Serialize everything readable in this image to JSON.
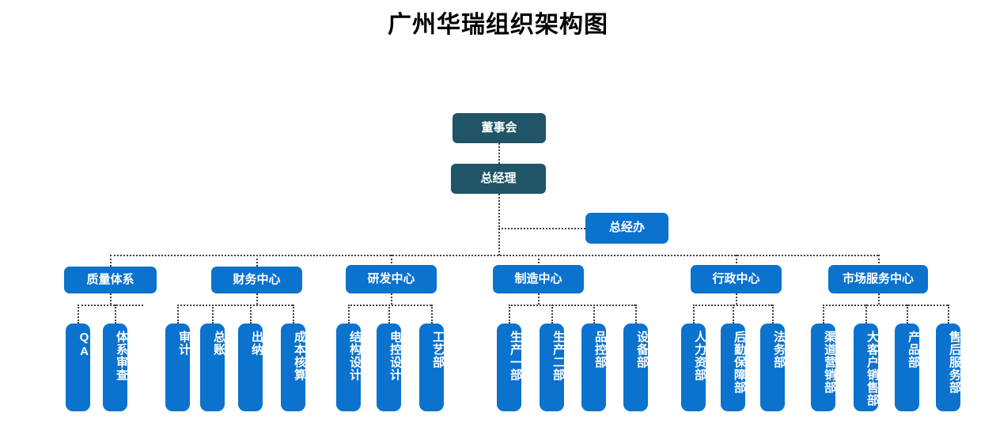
{
  "title": "广州华瑞组织架构图",
  "chart_data": {
    "type": "diagram",
    "diagram_kind": "organization-chart",
    "title": "广州华瑞组织架构图",
    "colors": {
      "executive_box": "#1f5566",
      "department_box": "#0b72cd",
      "connector": "#3f3f3f",
      "text": "#ffffff",
      "background": "#ffffff",
      "title_text": "#000000"
    },
    "levels": [
      {
        "level": 1,
        "nodes": [
          "董事会"
        ]
      },
      {
        "level": 2,
        "nodes": [
          "总经理"
        ]
      },
      {
        "level": 3,
        "nodes": [
          "总经办"
        ]
      },
      {
        "level": 4,
        "nodes": [
          "质量体系",
          "财务中心",
          "研发中心",
          "制造中心",
          "行政中心",
          "市场服务中心"
        ]
      },
      {
        "level": 5,
        "nodes": [
          "QA",
          "体系审查",
          "审计",
          "总账",
          "出纳",
          "成本核算",
          "结构设计",
          "电控设计",
          "工艺部",
          "生产一部",
          "生产二部",
          "品控部",
          "设备部",
          "人力资部",
          "后勤保障部",
          "法务部",
          "渠道营销部",
          "大客户销售部",
          "产品部",
          "售后服务部"
        ]
      }
    ],
    "edges": [
      {
        "from": "董事会",
        "to": "总经理"
      },
      {
        "from": "总经理",
        "to": "总经办"
      },
      {
        "from": "总经理",
        "to": "质量体系"
      },
      {
        "from": "总经理",
        "to": "财务中心"
      },
      {
        "from": "总经理",
        "to": "研发中心"
      },
      {
        "from": "总经理",
        "to": "制造中心"
      },
      {
        "from": "总经理",
        "to": "行政中心"
      },
      {
        "from": "总经理",
        "to": "市场服务中心"
      },
      {
        "from": "质量体系",
        "to": "QA"
      },
      {
        "from": "质量体系",
        "to": "体系审查"
      },
      {
        "from": "财务中心",
        "to": "审计"
      },
      {
        "from": "财务中心",
        "to": "总账"
      },
      {
        "from": "财务中心",
        "to": "出纳"
      },
      {
        "from": "财务中心",
        "to": "成本核算"
      },
      {
        "from": "研发中心",
        "to": "结构设计"
      },
      {
        "from": "研发中心",
        "to": "电控设计"
      },
      {
        "from": "研发中心",
        "to": "工艺部"
      },
      {
        "from": "制造中心",
        "to": "生产一部"
      },
      {
        "from": "制造中心",
        "to": "生产二部"
      },
      {
        "from": "制造中心",
        "to": "品控部"
      },
      {
        "from": "制造中心",
        "to": "设备部"
      },
      {
        "from": "行政中心",
        "to": "人力资部"
      },
      {
        "from": "行政中心",
        "to": "后勤保障部"
      },
      {
        "from": "行政中心",
        "to": "法务部"
      },
      {
        "from": "市场服务中心",
        "to": "渠道营销部"
      },
      {
        "from": "市场服务中心",
        "to": "大客户销售部"
      },
      {
        "from": "市场服务中心",
        "to": "产品部"
      },
      {
        "from": "市场服务中心",
        "to": "售后服务部"
      }
    ]
  },
  "executive": {
    "board": "董事会",
    "general_manager": "总经理",
    "gm_office": "总经办"
  },
  "centers": {
    "quality": "质量体系",
    "finance": "财务中心",
    "rnd": "研发中心",
    "manufacturing": "制造中心",
    "admin": "行政中心",
    "market": "市场服务中心"
  },
  "departments": {
    "quality": [
      "QA",
      "体系审查"
    ],
    "finance": [
      "审计",
      "总账",
      "出纳",
      "成本核算"
    ],
    "rnd": [
      "结构设计",
      "电控设计",
      "工艺部"
    ],
    "manufacturing": [
      "生产一部",
      "生产二部",
      "品控部",
      "设备部"
    ],
    "admin": [
      "人力资部",
      "后勤保障部",
      "法务部"
    ],
    "market": [
      "渠道营销部",
      "大客户销售部",
      "产品部",
      "售后服务部"
    ]
  }
}
